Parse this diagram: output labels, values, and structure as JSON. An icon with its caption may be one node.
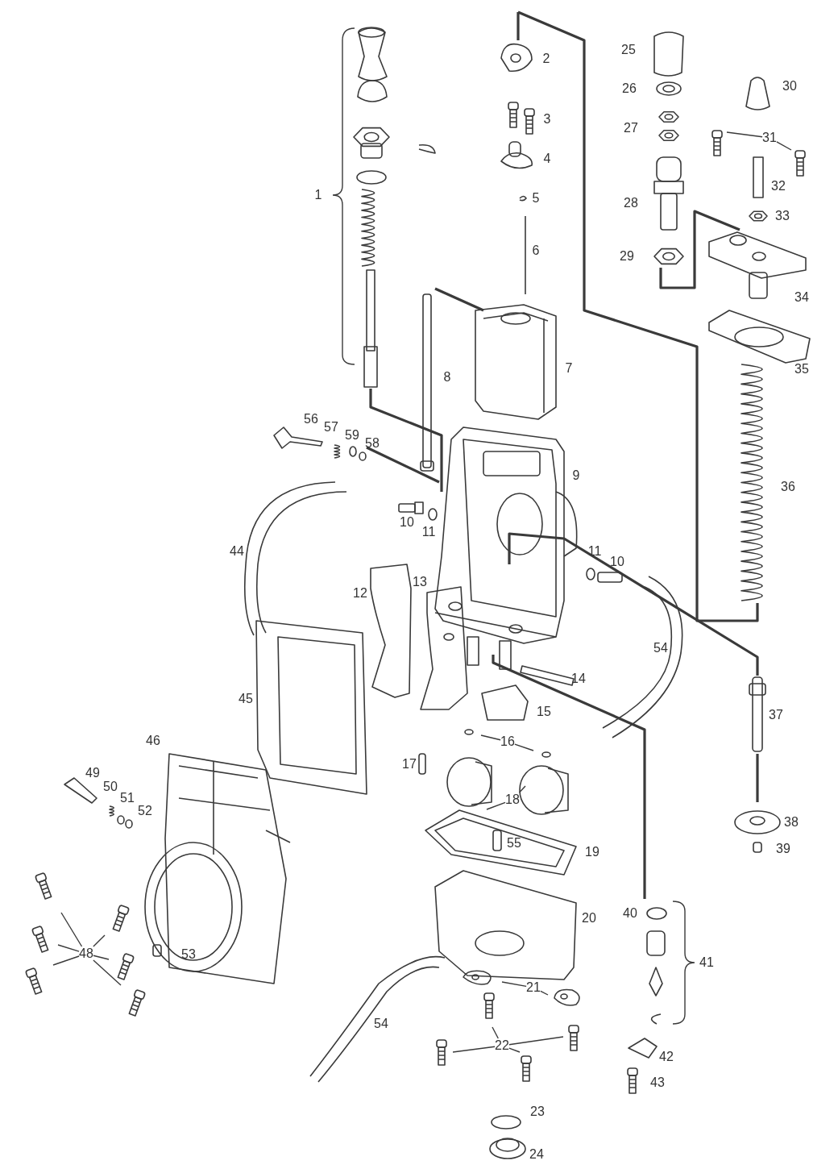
{
  "diagram": {
    "nodes": [
      {
        "text": [
          "31"
        ]
      },
      {
        "text": [
          "16"
        ]
      },
      {
        "text": [
          "18"
        ]
      },
      {
        "text": [
          "48"
        ]
      },
      {
        "text": [
          "21"
        ]
      },
      {
        "text": [
          "22"
        ]
      }
    ],
    "edges": [
      {
        "from": 0,
        "to": null,
        "arrow": "none"
      },
      {
        "from": 0,
        "to": null,
        "arrow": "none"
      },
      {
        "from": 1,
        "to": null,
        "arrow": "none"
      },
      {
        "from": 1,
        "to": null,
        "arrow": "none"
      },
      {
        "from": 2,
        "to": null,
        "arrow": "none"
      },
      {
        "from": 2,
        "to": null,
        "arrow": "none"
      },
      {
        "from": 3,
        "to": null,
        "arrow": "none"
      },
      {
        "from": 3,
        "to": null,
        "arrow": "none"
      },
      {
        "from": 3,
        "to": null,
        "arrow": "none"
      },
      {
        "from": 3,
        "to": null,
        "arrow": "none"
      },
      {
        "from": 3,
        "to": null,
        "arrow": "none"
      },
      {
        "from": 3,
        "to": null,
        "arrow": "none"
      },
      {
        "from": 4,
        "to": null,
        "arrow": "none"
      },
      {
        "from": 4,
        "to": null,
        "arrow": "none"
      },
      {
        "from": 5,
        "to": null,
        "arrow": "none"
      },
      {
        "from": 5,
        "to": null,
        "arrow": "none"
      },
      {
        "from": 5,
        "to": null,
        "arrow": "none"
      },
      {
        "from": 5,
        "to": null,
        "arrow": "none"
      }
    ],
    "labels": [
      "2",
      "25",
      "30",
      "26",
      "3",
      "27",
      "4",
      "1",
      "5",
      "32",
      "28",
      "33",
      "29",
      "6",
      "34",
      "8",
      "7",
      "35",
      "56",
      "57",
      "59",
      "58",
      "9",
      "36",
      "10",
      "11",
      "44",
      "11",
      "10",
      "12",
      "13",
      "54",
      "14",
      "45",
      "37",
      "15",
      "46",
      "17",
      "49",
      "50",
      "51",
      "52",
      "38",
      "55",
      "39",
      "19",
      "40",
      "20",
      "53",
      "41",
      "54",
      "42",
      "43",
      "23",
      "24"
    ]
  }
}
